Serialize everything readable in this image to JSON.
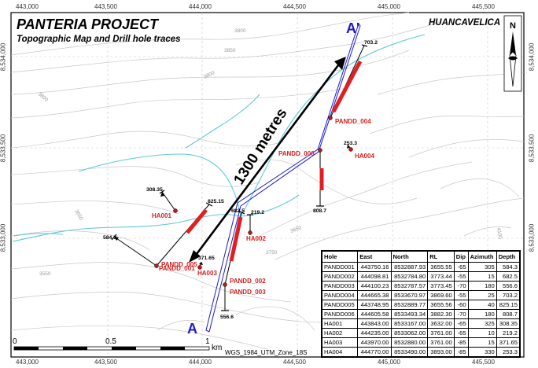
{
  "map": {
    "title": "PANTERIA PROJECT",
    "subtitle": "Topographic Map and Drill hole traces",
    "region_label": "HUANCAVELICA",
    "north_label": "N",
    "distance_label": "1300 metres",
    "section_start": "A",
    "section_end": "A'",
    "projection": "WGS_1984_UTM_Zone_18S",
    "easting_ticks": [
      "443,000",
      "443,500",
      "444,000",
      "444,500",
      "445,000",
      "445,500"
    ],
    "northing_ticks": [
      "8,534,000",
      "8,533,500",
      "8,533,000"
    ],
    "contour_labels": [
      "3800",
      "3850",
      "3800",
      "3650",
      "3750",
      "3650",
      "3550",
      "4100"
    ],
    "scale": {
      "ticks": [
        "0",
        "0.5",
        "1"
      ],
      "unit": "km"
    },
    "colors": {
      "drill_trace": "#e02020",
      "hole_label": "#d42020",
      "section_line": "#1a1acd",
      "river": "#5fc8d9",
      "contour": "#c8c8c8"
    }
  },
  "holes": [
    {
      "hole": "PANDD001",
      "label": "PANDD_001",
      "east": "443750.16",
      "north": "8532887.93",
      "rl": "3655.55",
      "dip": "-65",
      "azimuth": "305",
      "depth": "584.3"
    },
    {
      "hole": "PANDD002",
      "label": "PANDD_002",
      "east": "444098.81",
      "north": "8532784.80",
      "rl": "3773.44",
      "dip": "-55",
      "azimuth": "15",
      "depth": "682.5"
    },
    {
      "hole": "PANDD003",
      "label": "PANDD_003",
      "east": "444100.23",
      "north": "8532787.57",
      "rl": "3773.45",
      "dip": "-70",
      "azimuth": "180",
      "depth": "556.6"
    },
    {
      "hole": "PANDD004",
      "label": "PANDD_004",
      "east": "444665.38",
      "north": "8533670.97",
      "rl": "3869.60",
      "dip": "-55",
      "azimuth": "25",
      "depth": "703.2"
    },
    {
      "hole": "PANDD005",
      "label": "PANDD_005",
      "east": "443748.95",
      "north": "8532889.77",
      "rl": "3655.56",
      "dip": "-60",
      "azimuth": "40",
      "depth": "825.15"
    },
    {
      "hole": "PANDD006",
      "label": "PANDD_006",
      "east": "444605.58",
      "north": "8533493.34",
      "rl": "3882.30",
      "dip": "-70",
      "azimuth": "180",
      "depth": "808.7"
    },
    {
      "hole": "HA001",
      "label": "HA001",
      "east": "443843.00",
      "north": "8533167.00",
      "rl": "3632.00",
      "dip": "-65",
      "azimuth": "325",
      "depth": "308.35"
    },
    {
      "hole": "HA002",
      "label": "HA002",
      "east": "444235.00",
      "north": "8533062.00",
      "rl": "3761.00",
      "dip": "-65",
      "azimuth": "10",
      "depth": "219.2"
    },
    {
      "hole": "HA003",
      "label": "HA003",
      "east": "443970.00",
      "north": "8532880.00",
      "rl": "3761.00",
      "dip": "-85",
      "azimuth": "15",
      "depth": "371.65"
    },
    {
      "hole": "HA004",
      "label": "HA004",
      "east": "444770.00",
      "north": "8533490.00",
      "rl": "3893.00",
      "dip": "-85",
      "azimuth": "330",
      "depth": "253.3"
    }
  ],
  "table": {
    "headers": [
      "Hole",
      "East",
      "North",
      "RL",
      "Dip",
      "Azimuth",
      "Depth"
    ]
  }
}
